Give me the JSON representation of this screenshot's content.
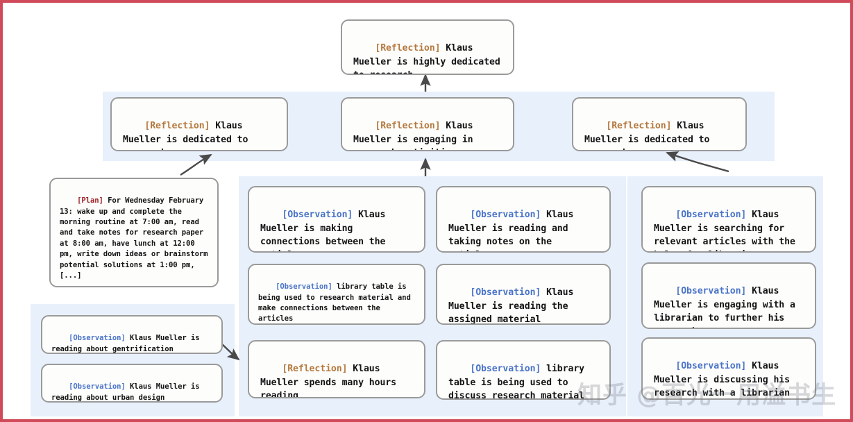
{
  "figure": {
    "type": "reflection-tree-diagram",
    "border_color": "#d04a5a",
    "band_color": "#e8f0fb",
    "node_fill": "#fdfdfb",
    "node_border": "#9a9a9a",
    "tag_colors": {
      "Reflection": "#b5793f",
      "Observation": "#4a74c9",
      "Plan": "#9b2226"
    },
    "watermark": "知乎 @百光一用溢书生"
  },
  "nodes": {
    "root": {
      "tag": "[Reflection]",
      "tag_type": "Reflection",
      "text": " Klaus Mueller is highly dedicated to research"
    },
    "mid_left": {
      "tag": "[Reflection]",
      "tag_type": "Reflection",
      "text": " Klaus Mueller is dedicated to research"
    },
    "mid_center": {
      "tag": "[Reflection]",
      "tag_type": "Reflection",
      "text": " Klaus Mueller is engaging in research activities"
    },
    "mid_right": {
      "tag": "[Reflection]",
      "tag_type": "Reflection",
      "text": " Klaus Mueller is dedicated to research"
    },
    "plan": {
      "tag": "[Plan]",
      "tag_type": "Plan",
      "text": " For Wednesday February 13: wake up and complete the morning routine at 7:00 am, read and take notes for research paper at 8:00 am, have lunch at 12:00 pm, write down ideas or brainstorm potential solutions at 1:00 pm, [...]"
    },
    "left_obs_1": {
      "tag": "[Observation]",
      "tag_type": "Observation",
      "text": " Klaus Mueller is reading about gentrification"
    },
    "left_obs_2": {
      "tag": "[Observation]",
      "tag_type": "Observation",
      "text": " Klaus Mueller is reading about urban design"
    },
    "col1_obs_1": {
      "tag": "[Observation]",
      "tag_type": "Observation",
      "text": " Klaus Mueller is making connections between the articles"
    },
    "col1_obs_2": {
      "tag": "[Observation]",
      "tag_type": "Observation",
      "text": " library table is being used to research material and make connections between the articles"
    },
    "col1_refl_3": {
      "tag": "[Reflection]",
      "tag_type": "Reflection",
      "text": " Klaus Mueller spends many hours reading"
    },
    "col2_obs_1": {
      "tag": "[Observation]",
      "tag_type": "Observation",
      "text": " Klaus Mueller is reading and taking notes on the articles"
    },
    "col2_obs_2": {
      "tag": "[Observation]",
      "tag_type": "Observation",
      "text": " Klaus Mueller is reading the assigned material"
    },
    "col2_obs_3": {
      "tag": "[Observation]",
      "tag_type": "Observation",
      "text": " library table is being used to discuss research material"
    },
    "col3_obs_1": {
      "tag": "[Observation]",
      "tag_type": "Observation",
      "text": " Klaus Mueller is searching for relevant articles with the help of a librarian"
    },
    "col3_obs_2": {
      "tag": "[Observation]",
      "tag_type": "Observation",
      "text": " Klaus Mueller is engaging with a librarian to further his research"
    },
    "col3_obs_3": {
      "tag": "[Observation]",
      "tag_type": "Observation",
      "text": " Klaus Mueller is discussing his research with a librarian"
    }
  }
}
